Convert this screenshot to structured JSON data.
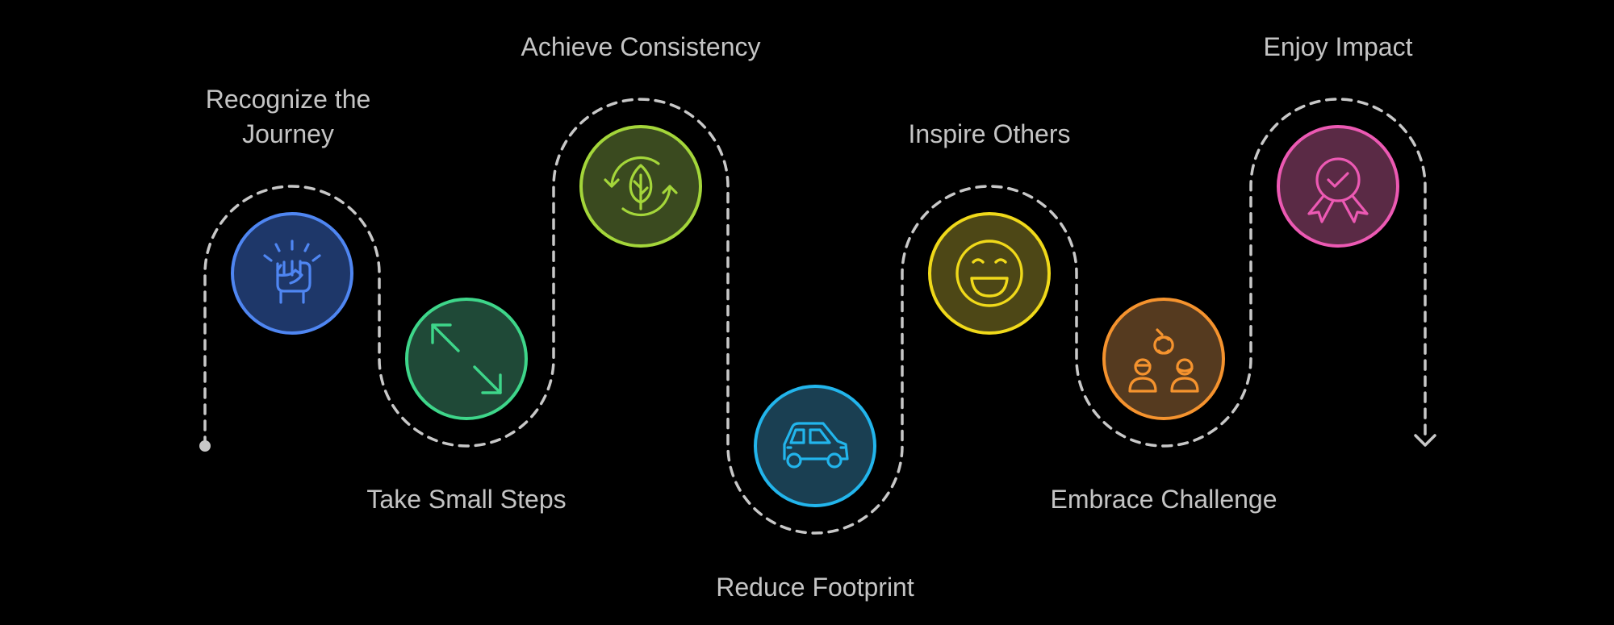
{
  "steps": [
    {
      "label": "Recognize the Journey",
      "icon": "raised-fist-icon",
      "stroke": "#4f86f2",
      "fill": "#1e3769"
    },
    {
      "label": "Take Small Steps",
      "icon": "expand-arrows-icon",
      "stroke": "#3ed68a",
      "fill": "#1f4937"
    },
    {
      "label": "Achieve Consistency",
      "icon": "eco-recycle-leaf-icon",
      "stroke": "#a4d63a",
      "fill": "#3a4a1f"
    },
    {
      "label": "Reduce Footprint",
      "icon": "car-icon",
      "stroke": "#22b5ec",
      "fill": "#1a3f52"
    },
    {
      "label": "Inspire Others",
      "icon": "smiley-face-icon",
      "stroke": "#f0d91a",
      "fill": "#4d4716"
    },
    {
      "label": "Embrace Challenge",
      "icon": "people-collaboration-icon",
      "stroke": "#f5932e",
      "fill": "#553a1f"
    },
    {
      "label": "Enjoy Impact",
      "icon": "award-ribbon-icon",
      "stroke": "#ec59b3",
      "fill": "#5a2a45"
    }
  ],
  "path_color": "#c8c8c8"
}
